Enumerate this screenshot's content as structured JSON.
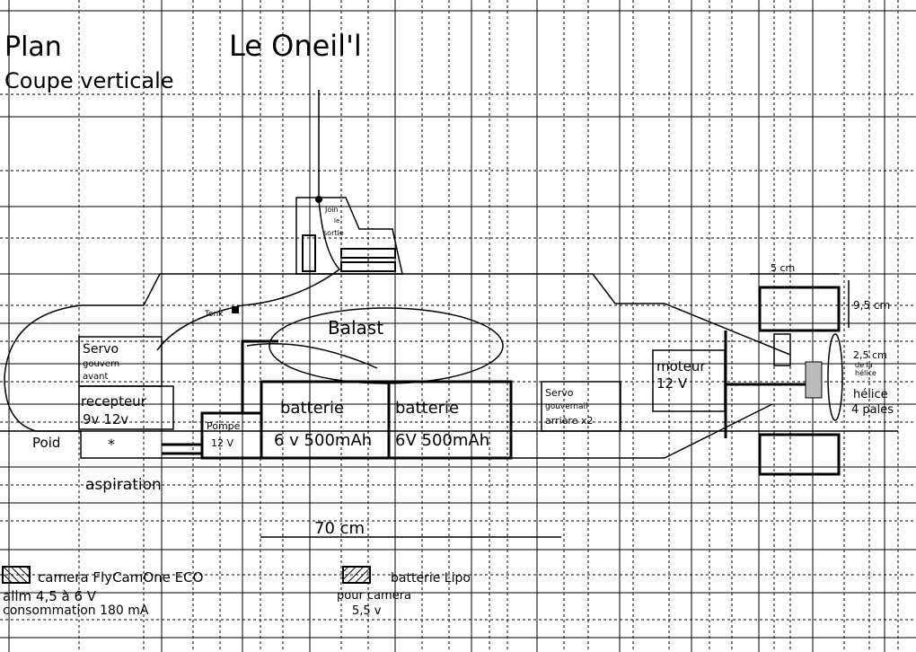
{
  "title": {
    "plan": "Plan",
    "name": "Le Oneil'l",
    "subtitle": "Coupe verticale"
  },
  "tower": {
    "line1": "Join",
    "line2": "le",
    "line3": "sortie"
  },
  "labels": {
    "tank": "Tonk",
    "ballast": "Balast",
    "servo_front": [
      "Servo",
      "gouvern",
      "avant"
    ],
    "receiver": [
      "recepteur",
      "9v  12v"
    ],
    "weight": "Poid",
    "pump": [
      "Pompe",
      "12 V"
    ],
    "battery1": [
      "batterie",
      "6 v  500mAh"
    ],
    "battery2": [
      "batterie",
      "6V  500mAh"
    ],
    "servo_rear": [
      "Servo",
      "gouvernail",
      "arrière x2"
    ],
    "motor": [
      "moteur",
      "12 V"
    ],
    "aspiration": "aspiration",
    "length": "70 cm",
    "rudder_width": "5 cm",
    "rudder_height": "9,5 cm",
    "prop_size": [
      "2,5 cm",
      "de la",
      "hélice"
    ],
    "propeller": [
      "hélice",
      "4 pales"
    ]
  },
  "legend": {
    "camera": {
      "title": "camera FlyCamOne ECO",
      "power": "alim 4,5 à 6 V",
      "consumption": "consommation 180 mA"
    },
    "battery": {
      "title": "batterie Lipo",
      "purpose": "pour camera",
      "voltage": "5,5 v"
    }
  }
}
